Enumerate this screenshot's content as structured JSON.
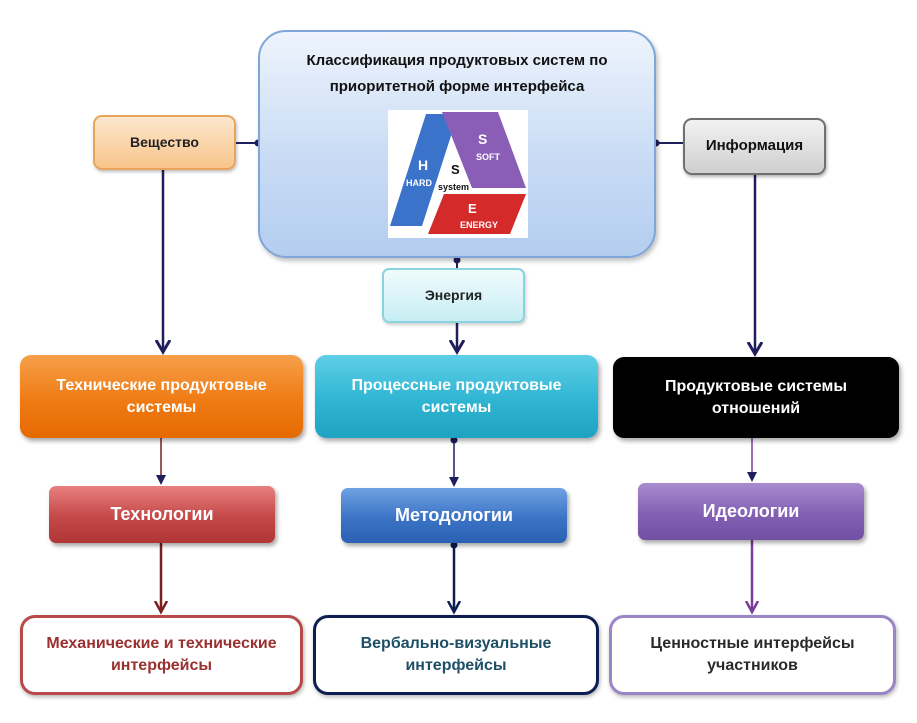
{
  "center": {
    "title": "Классификация продуктовых систем по приоритетной форме интерфейса",
    "logo": {
      "hard_letter": "H",
      "hard_word": "HARD",
      "soft_letter": "S",
      "soft_word": "SOFT",
      "energy_letter": "E",
      "energy_word": "ENERGY",
      "center_letter": "S",
      "center_word": "system"
    }
  },
  "inputs": {
    "substance": "Вещество",
    "energy": "Энергия",
    "information": "Информация"
  },
  "systems": {
    "technical": "Технические продуктовые системы",
    "process": "Процессные продуктовые системы",
    "relations": "Продуктовые системы отношений"
  },
  "means": {
    "technologies": "Технологии",
    "methodologies": "Методологии",
    "ideologies": "Идеологии"
  },
  "interfaces": {
    "mechanical": "Механические и технические интерфейсы",
    "verbal_visual": "Вербально-визуальные интерфейсы",
    "value": "Ценностные интерфейсы участников"
  },
  "colors": {
    "connector": "#1f1f5c",
    "hard": "#3a73c9",
    "soft": "#8a5db7",
    "energy": "#d42a2a",
    "technical": "#ef7b14",
    "process": "#2fb5d3",
    "relations": "#000000",
    "technologies": "#c44848",
    "methodologies": "#3b73c6",
    "ideologies": "#8360b4"
  }
}
